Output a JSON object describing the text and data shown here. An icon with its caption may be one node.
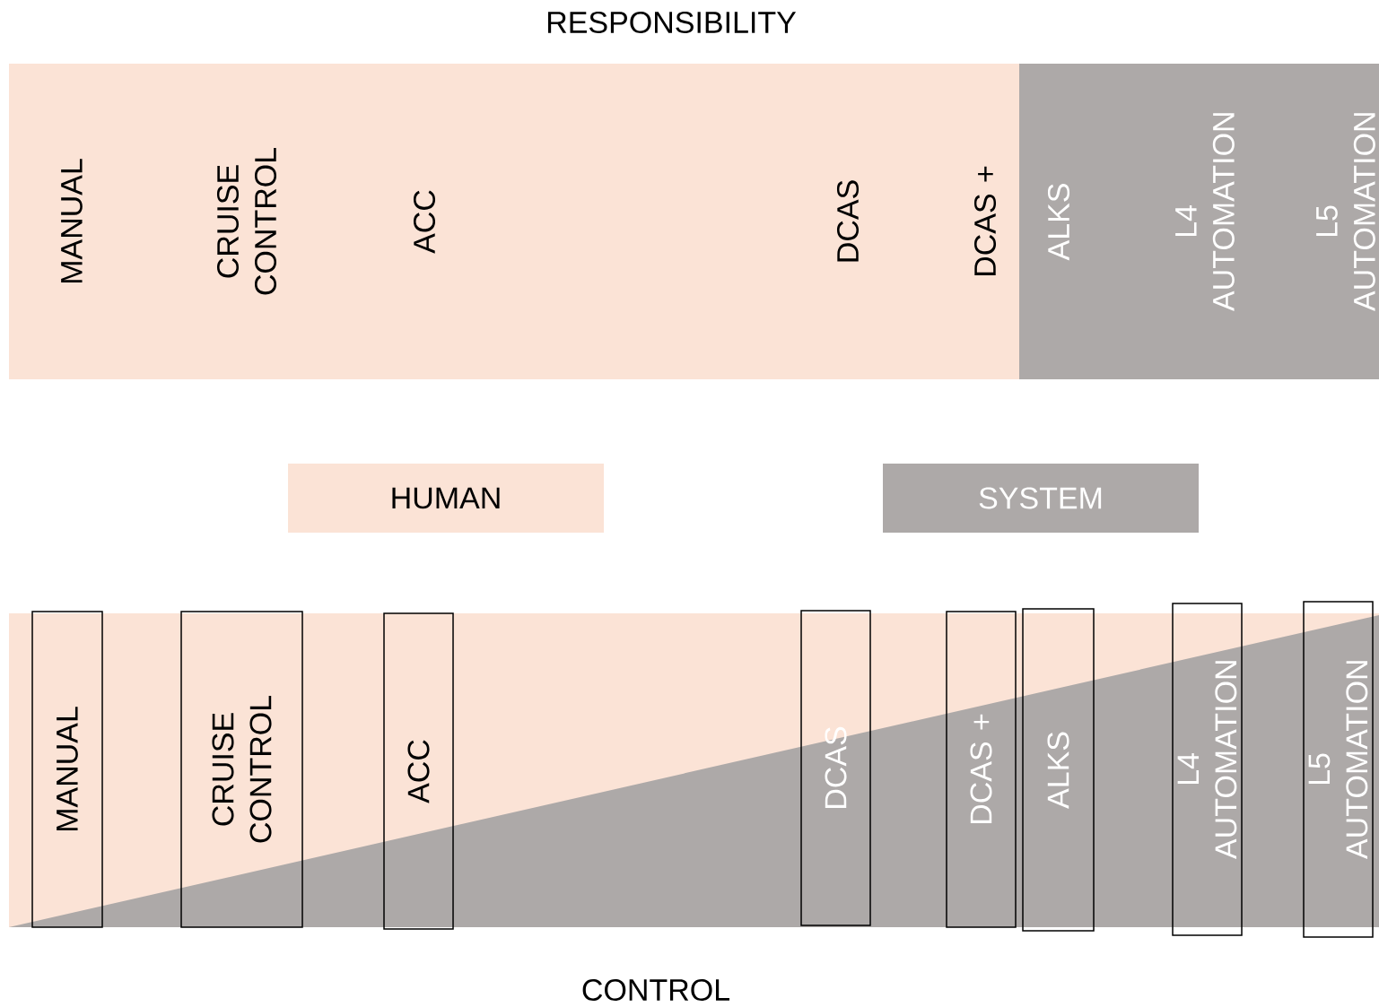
{
  "diagram": {
    "title": "RESPONSIBILITY",
    "nodes": [
      {
        "text": [
          "MANUAL",
          "CRUISE CONTROL",
          "ACC",
          "DCAS",
          "DCAS +"
        ]
      },
      {
        "text": [
          "ALKS",
          "L4 AUTOMATION",
          "L5 AUTOMATION"
        ]
      },
      {
        "text": [
          "HUMAN"
        ]
      },
      {
        "text": [
          "SYSTEM"
        ]
      },
      {
        "text": [
          "MANUAL"
        ]
      },
      {
        "text": [
          "CRUISE CONTROL"
        ]
      },
      {
        "text": [
          "ACC"
        ]
      },
      {
        "text": [
          "DCAS"
        ]
      },
      {
        "text": [
          "DCAS +"
        ]
      },
      {
        "text": [
          "ALKS"
        ]
      },
      {
        "text": [
          "L4 AUTOMATION"
        ]
      },
      {
        "text": [
          "L5 AUTOMATION"
        ]
      }
    ],
    "labels": [
      "CONTROL"
    ]
  }
}
